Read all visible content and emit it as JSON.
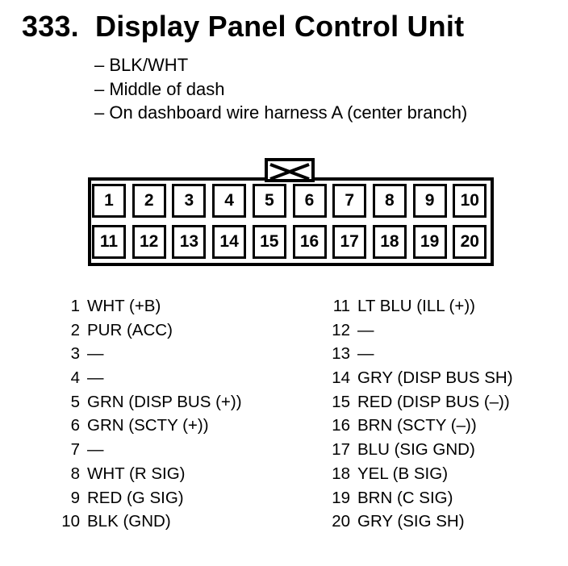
{
  "title": {
    "number": "333.",
    "text": "Display Panel Control Unit"
  },
  "notes": [
    "– BLK/WHT",
    "– Middle of dash",
    "– On dashboard wire harness A (center branch)"
  ],
  "connector": {
    "row1": [
      "1",
      "2",
      "3",
      "4",
      "5",
      "6",
      "7",
      "8",
      "9",
      "10"
    ],
    "row2": [
      "11",
      "12",
      "13",
      "14",
      "15",
      "16",
      "17",
      "18",
      "19",
      "20"
    ]
  },
  "pins_left": [
    {
      "num": "1",
      "desc": "WHT (+B)"
    },
    {
      "num": "2",
      "desc": "PUR (ACC)"
    },
    {
      "num": "3",
      "desc": "—"
    },
    {
      "num": "4",
      "desc": "—"
    },
    {
      "num": "5",
      "desc": "GRN (DISP BUS (+))"
    },
    {
      "num": "6",
      "desc": "GRN (SCTY (+))"
    },
    {
      "num": "7",
      "desc": "—"
    },
    {
      "num": "8",
      "desc": "WHT (R SIG)"
    },
    {
      "num": "9",
      "desc": "RED (G SIG)"
    },
    {
      "num": "10",
      "desc": "BLK (GND)"
    }
  ],
  "pins_right": [
    {
      "num": "11",
      "desc": "LT BLU (ILL (+))"
    },
    {
      "num": "12",
      "desc": "—"
    },
    {
      "num": "13",
      "desc": "—"
    },
    {
      "num": "14",
      "desc": "GRY (DISP BUS SH)"
    },
    {
      "num": "15",
      "desc": "RED (DISP BUS (–))"
    },
    {
      "num": "16",
      "desc": "BRN (SCTY (–))"
    },
    {
      "num": "17",
      "desc": "BLU (SIG GND)"
    },
    {
      "num": "18",
      "desc": "YEL (B SIG)"
    },
    {
      "num": "19",
      "desc": "BRN (C SIG)"
    },
    {
      "num": "20",
      "desc": "GRY (SIG SH)"
    }
  ]
}
